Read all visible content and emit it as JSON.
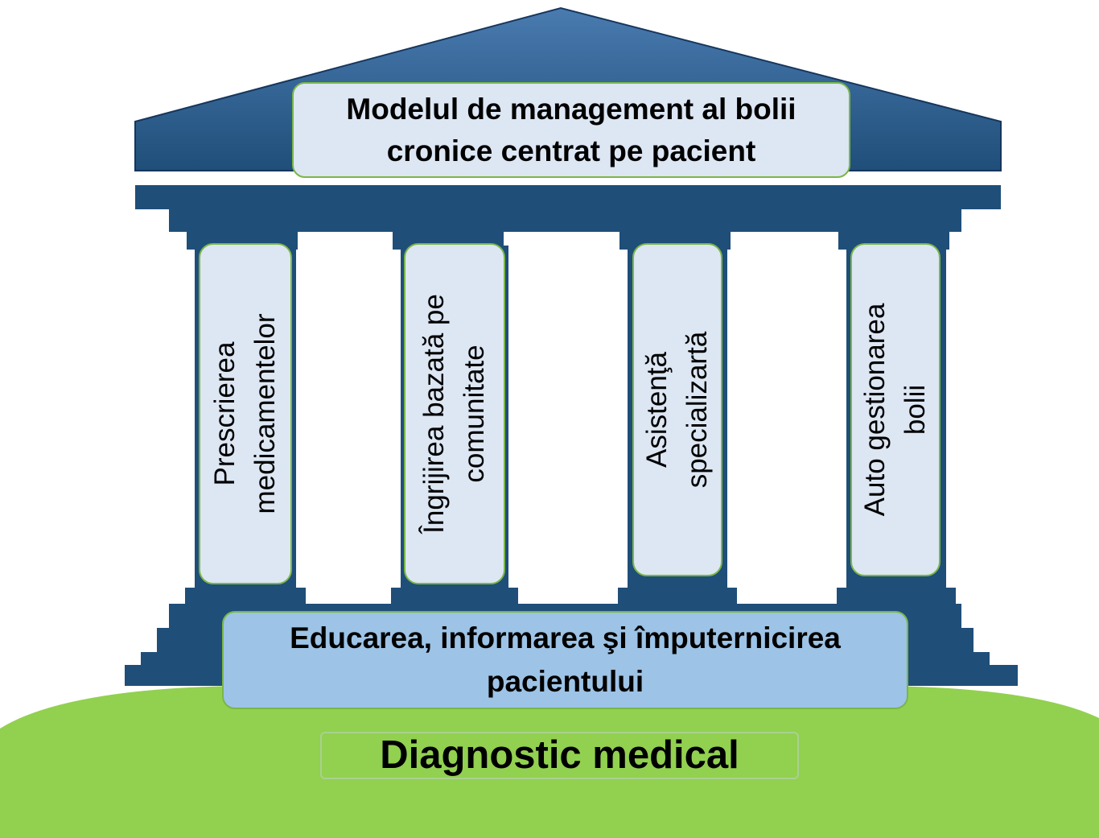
{
  "roof": {
    "title": "Modelul de management al bolii cronice centrat pe pacient"
  },
  "pillars": [
    {
      "label": "Prescrierea\nmedicamentelor"
    },
    {
      "label": "Îngrijirea bazată pe\ncomunitate"
    },
    {
      "label": "Asistenţă\nspecializartă"
    },
    {
      "label": "Auto gestionarea\nbolii"
    }
  ],
  "base": {
    "label": "Educarea, informarea şi împuternicirea pacientului"
  },
  "ground": {
    "label": "Diagnostic medical"
  },
  "colors": {
    "structure": "#1f4e79",
    "roof_light": "#3d6fa5",
    "box_fill": "#dde6f3",
    "base_fill": "#9dc3e6",
    "ground": "#92d050",
    "border": "#7ab648"
  }
}
